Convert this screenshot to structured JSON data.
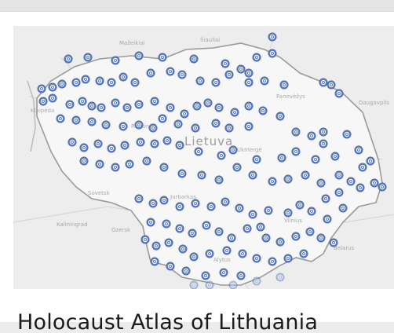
{
  "map": {
    "country_label": "Lietuva",
    "place_labels": {
      "klaipeda": "Klaipėda",
      "siauliai": "Šiauliai",
      "panevezys": "Panevėžys",
      "daugavpils": "Daugavpils",
      "raseiniai": "Raseiniai",
      "ukmerge": "Ukmergė",
      "jurbarkas": "Jurbarkas",
      "sovetsk": "Sovetsk",
      "vilnius": "Vilnius",
      "alytus": "Alytus",
      "ozersk": "Ozersk",
      "belarus": "Belarus",
      "kaliningrad": "Kaliningrad",
      "mazeikiai": "Mažeikiai"
    },
    "colors": {
      "marker_fill": "#5b7cc4",
      "marker_ring": "#ffffff",
      "border": "#9a9a9a",
      "land_inside": "#f6f6f6",
      "land_outside": "#e9e9e9"
    },
    "marker_icon": "location-marker-icon"
  },
  "caption": {
    "title": "Holocaust Atlas of Lithuania"
  }
}
